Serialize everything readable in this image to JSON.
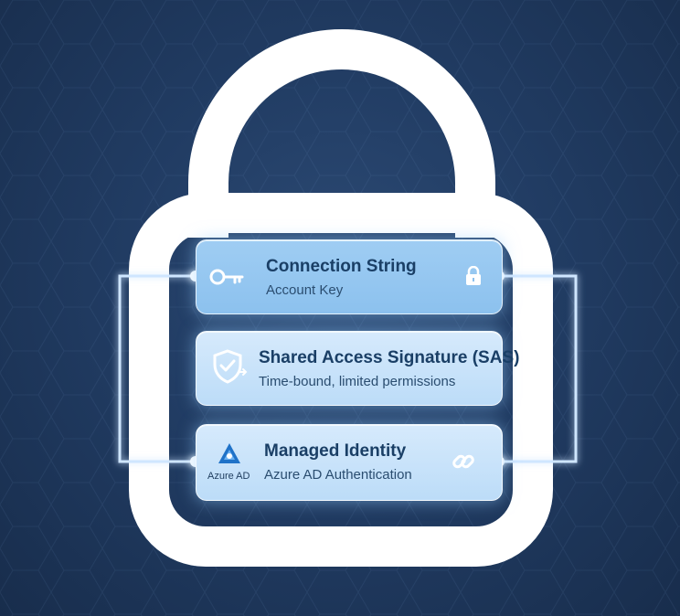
{
  "methods": [
    {
      "title": "Connection String",
      "subtitle": "Account Key",
      "icon": "key-icon",
      "right_icon": "padlock-icon"
    },
    {
      "title": "Shared Access Signature (SAS)",
      "subtitle": "Time-bound, limited permissions",
      "icon": "shield-check-icon"
    },
    {
      "title": "Managed Identity",
      "subtitle": "Azure AD Authentication",
      "icon": "azure-ad-icon",
      "icon_label": "Azure AD",
      "right_icon": "link-icon"
    }
  ],
  "colors": {
    "background": "#213c63",
    "lock_outline": "#ffffff",
    "card_fill": "#c6e2fa",
    "card_highlight": "#95c8f1",
    "text_dark": "#1a3f66",
    "azure_blue": "#1f72c8"
  }
}
